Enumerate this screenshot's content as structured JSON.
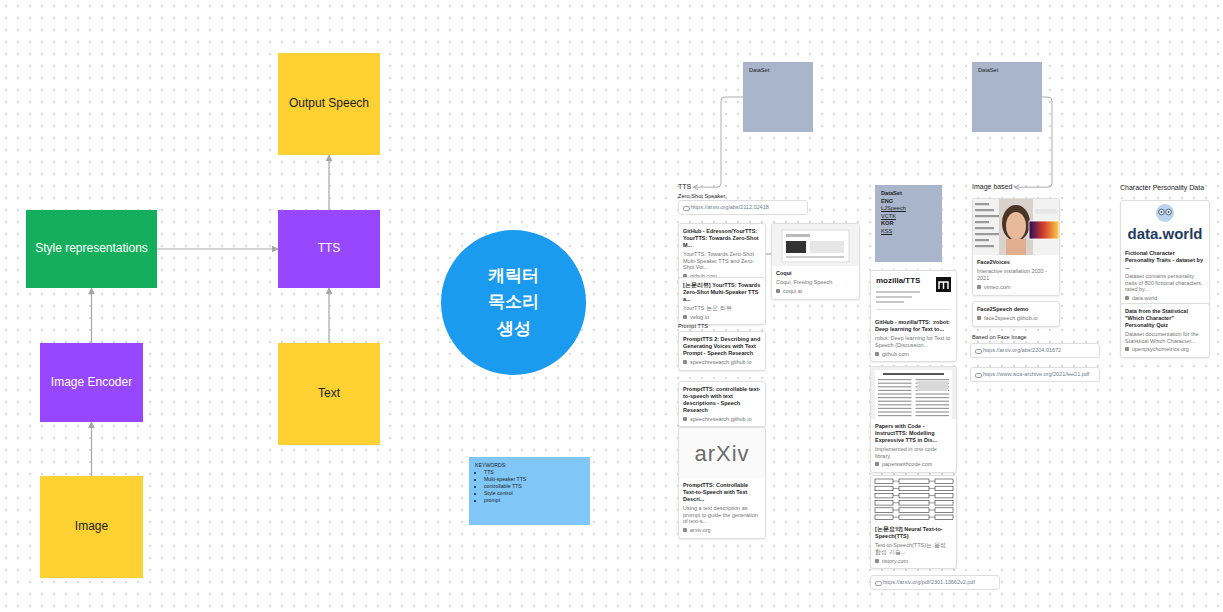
{
  "diagram": {
    "nodes": [
      {
        "text": [
          "Output Speech"
        ]
      },
      {
        "text": [
          "TTS"
        ]
      },
      {
        "text": [
          "Style representations"
        ]
      },
      {
        "text": [
          "Image Encoder"
        ]
      },
      {
        "text": [
          "Text"
        ]
      },
      {
        "text": [
          "Image"
        ]
      },
      {
        "text": [
          "캐릭터 목소리 생성"
        ]
      },
      {
        "text": [
          "KEYWORDS:",
          "TTS",
          "Multi-speaker TTS",
          "controllable TTS",
          "Style control",
          "prompt"
        ]
      },
      {
        "text": [
          "DataSet"
        ]
      },
      {
        "text": [
          "DataSet"
        ]
      },
      {
        "text": [
          "TTS"
        ]
      },
      {
        "text": [
          "https://arxiv.org/abs/2112.02418"
        ]
      },
      {
        "text": [
          "GitHub - Edresson/YourTTS: YourTTS: Towards Zero-Shot M...",
          "YourTTS: Towards Zero-Shot Multi-Speaker TTS and Zero-Shot Voi...",
          "github.com"
        ]
      },
      {
        "text": [
          "Coqui",
          "Coqui, Freeing Speech",
          "coqui.ai"
        ]
      },
      {
        "text": [
          "[논문리뷰] YourTTS: Towards Zero-Shot Multi-Speaker TTS a...",
          "YourTTS 논문 리뷰",
          "velog.io"
        ]
      },
      {
        "text": [
          "PromptTTS 2: Describing and Generating Voices with Text Prompt - Speech Research",
          "speechresearch.github.io"
        ]
      },
      {
        "text": [
          "PromptTTS: controllable text-to-speech with text descriptions - Speech Research",
          "speechresearch.github.io"
        ]
      },
      {
        "text": [
          "arXiv",
          "PromptTTS: Controllable Text-to-Speech with Text Descri...",
          "Using a text description as prompt to guide the generation of text-s...",
          "arxiv.org"
        ]
      },
      {
        "text": [
          "DataSet",
          "ENG",
          "LJSpeech",
          "VCTK",
          "KOR",
          "KSS"
        ]
      },
      {
        "text": [
          "mozilla/TTS",
          "GitHub - mozilla/TTS: :robot: Deep learning for Text to...",
          "robot: Deep learning for Text to Speech (Discussion...",
          "github.com"
        ]
      },
      {
        "text": [
          "Papers with Code - InstructTTS: Modelling Expressive TTS in Dis...",
          "Implemented in one code library.",
          "paperswithcode.com"
        ]
      },
      {
        "text": [
          "[논문요약] Neural Text-to-Speech(TTS)",
          "Text-to-Speech(TTS)는 음성 합성 기술...",
          "tistory.com"
        ]
      },
      {
        "text": [
          "https://arxiv.org/pdf/2301.13662v2.pdf"
        ]
      },
      {
        "text": [
          "Image based"
        ]
      },
      {
        "text": [
          "Face2Voices",
          "Interactive installation 2020 - 2021",
          "vimeo.com"
        ]
      },
      {
        "text": [
          "Face2Speech demo",
          "face2speech.github.io"
        ]
      },
      {
        "text": [
          "https://arxiv.org/abs/2204.01672"
        ]
      },
      {
        "text": [
          "https://www.isca-archive.org/2021/lee21.pdf"
        ]
      },
      {
        "text": [
          "data.world",
          "Fictional Character Personality Traits - dataset by ...",
          "Dataset contains personality traits of 800 fictional characters, rated by...",
          "data.world"
        ]
      },
      {
        "text": [
          "Data from the Statistical \"Which Character\" Personality Quiz",
          "Dataset documentation for the Statistical Which Character...",
          "openpsychometrics.org"
        ]
      }
    ],
    "edges": [
      {
        "from": 5,
        "to": 3,
        "arrow": "to"
      },
      {
        "from": 3,
        "to": 2,
        "arrow": "to"
      },
      {
        "from": 2,
        "to": 1,
        "arrow": "to"
      },
      {
        "from": 4,
        "to": 1,
        "arrow": "to"
      },
      {
        "from": 1,
        "to": 0,
        "arrow": "to"
      },
      {
        "from": 8,
        "to": 10,
        "arrow": "to"
      },
      {
        "from": 9,
        "to": 23,
        "arrow": "to"
      },
      {
        "from": 12,
        "to": 13,
        "arrow": "none"
      }
    ],
    "labels": [
      "Zero-Shot Speaker",
      "Prompt TTS",
      "Based on Face Image",
      "Character Personality Data"
    ]
  }
}
